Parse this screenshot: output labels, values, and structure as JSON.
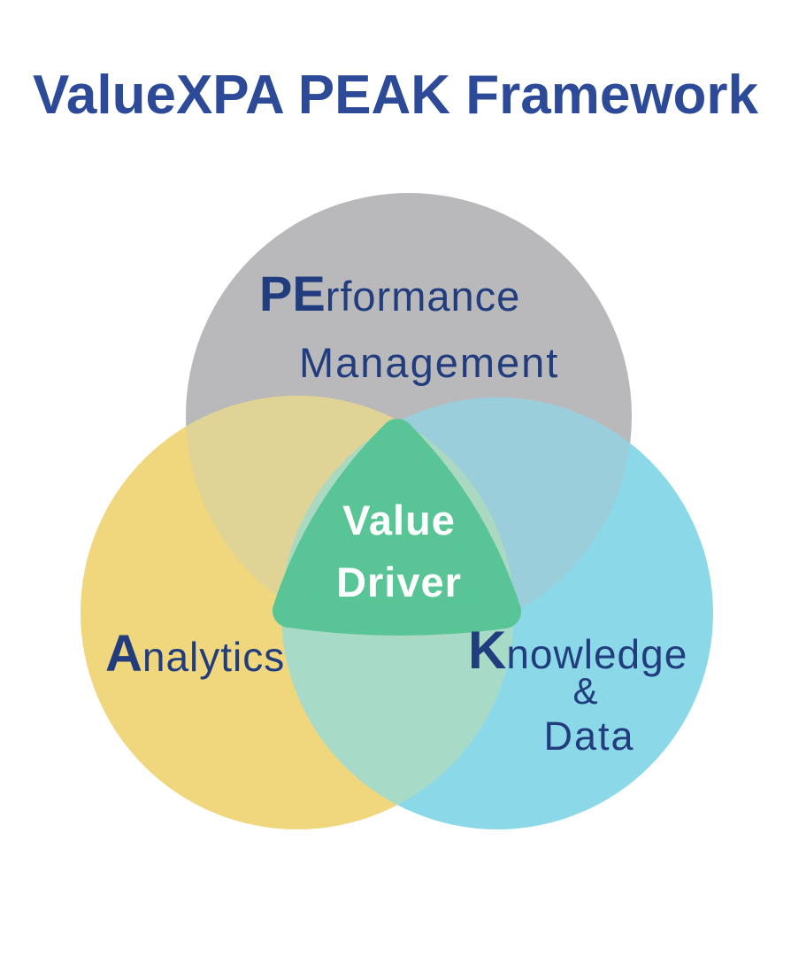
{
  "title": {
    "text": "ValueXPA PEAK Framework"
  },
  "colors": {
    "title_blue": "#2C4A97",
    "label_navy": "#223D7D",
    "background": "#FFFFFF",
    "performance_circle_gray": "#B9B9BB",
    "analytics_circle_yellow": "#F0D67C",
    "knowledge_circle_blue": "#8BD9E8",
    "overlap_yellow_gray": "#DFD396",
    "overlap_blue_gray": "#9BCEDB",
    "overlap_yellow_blue": "#A8DBC7",
    "overlap_triple": "#ABD8C0",
    "center_green": "#59C597",
    "center_text_white": "#FFFFFF"
  },
  "diagram": {
    "type": "venn",
    "circles": {
      "performance": {
        "initials": "PE",
        "rest": "rformance",
        "line2": "Management"
      },
      "analytics": {
        "initials": "A",
        "rest": "nalytics"
      },
      "knowledge": {
        "initials": "K",
        "rest": "nowledge",
        "line2": "&",
        "line3": "Data"
      }
    },
    "center": {
      "line1": "Value",
      "line2": "Driver"
    }
  }
}
